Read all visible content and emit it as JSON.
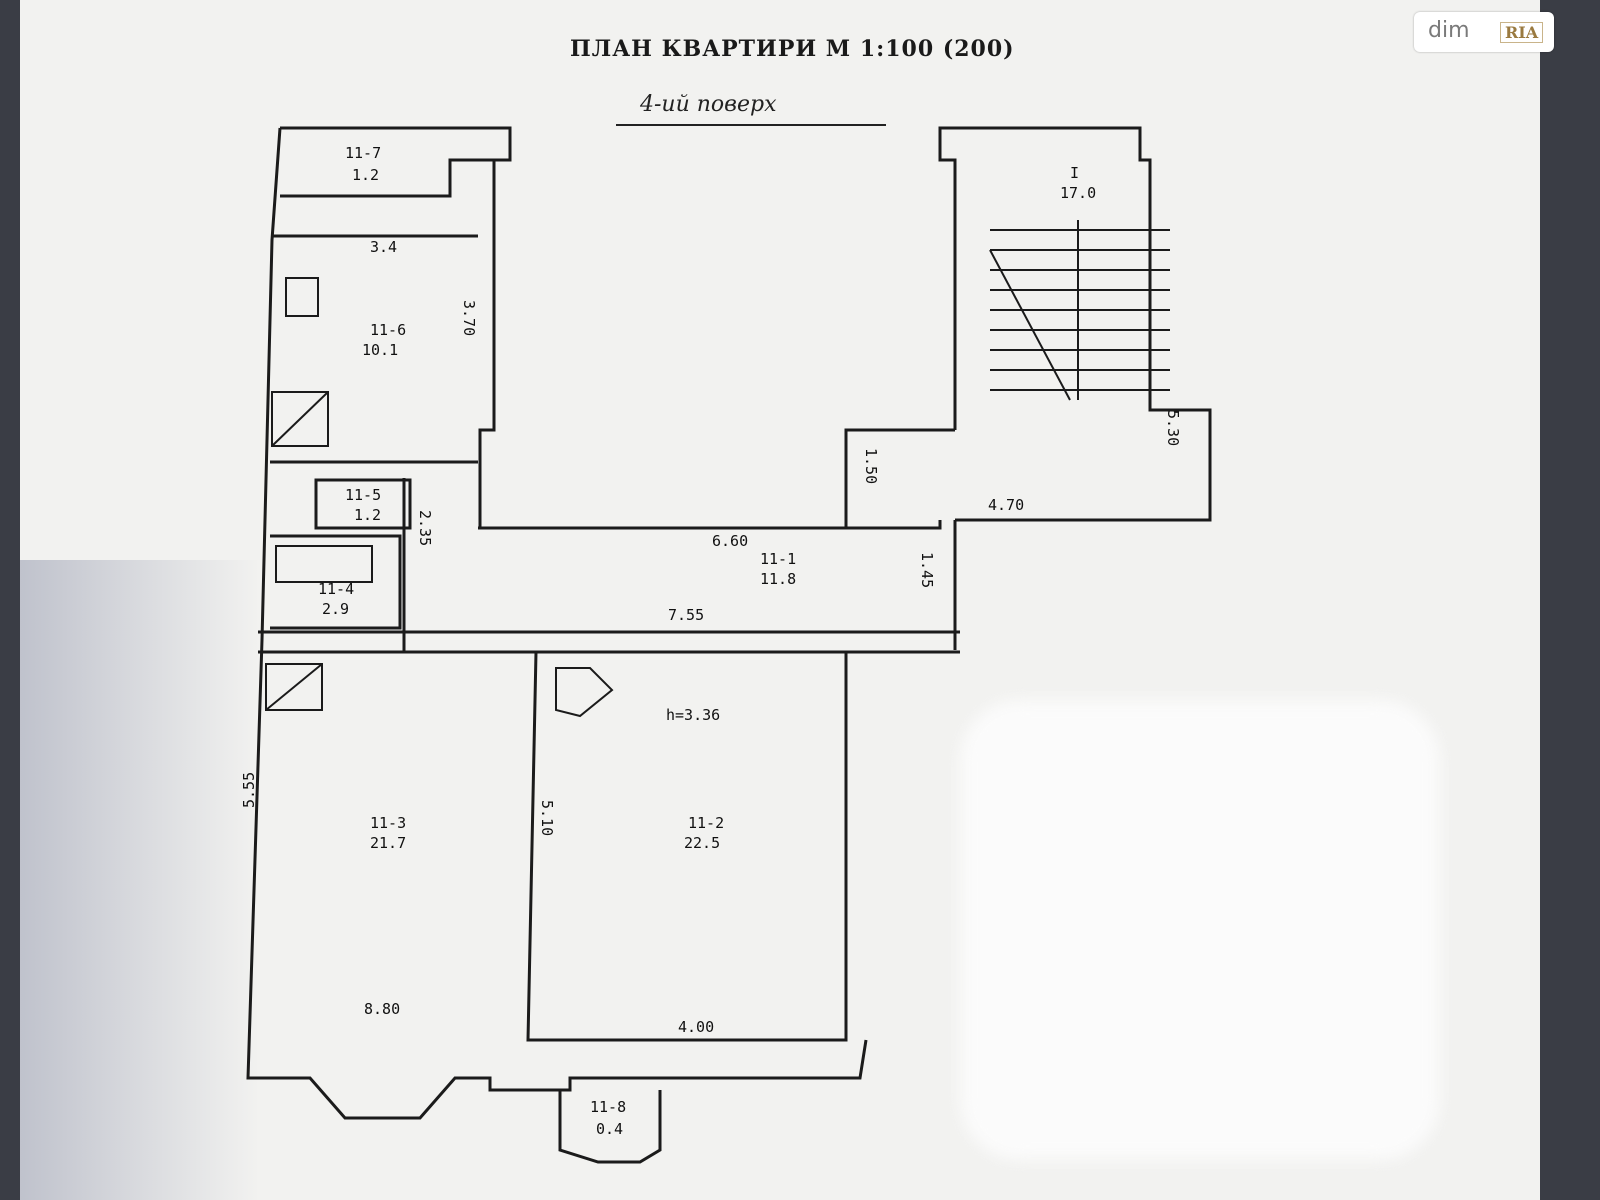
{
  "title": "ПЛАН КВАРТИРИ М 1:100 (200)",
  "floor_note": "4-ий поверх",
  "logo": {
    "dim": "dim",
    "ria": "RIA"
  },
  "rooms": [
    {
      "id": "r7",
      "number": "11-7",
      "area": "1.2"
    },
    {
      "id": "r6",
      "number": "11-6",
      "area": "10.1"
    },
    {
      "id": "r5",
      "number": "11-5",
      "area": "1.2"
    },
    {
      "id": "r4",
      "number": "11-4",
      "area": "2.9"
    },
    {
      "id": "r1",
      "number": "11-1",
      "area": "11.8"
    },
    {
      "id": "r3",
      "number": "11-3",
      "area": "21.7"
    },
    {
      "id": "r2",
      "number": "11-2",
      "area": "22.5"
    },
    {
      "id": "r8",
      "number": "11-8",
      "area": "0.4"
    },
    {
      "id": "stair",
      "number": "I",
      "area": "17.0"
    }
  ],
  "dimensions": {
    "d_3_4": "3.4",
    "d_3_70": "3.70",
    "d_2_35": "2.35",
    "d_6_60": "6.60",
    "d_1_45": "1.45",
    "d_7_55": "7.55",
    "d_1_50": "1.50",
    "d_4_70": "4.70",
    "d_5_30": "5.30",
    "d_5_55": "5.55",
    "d_5_10": "5.10",
    "d_8_80": "8.80",
    "d_4_00": "4.00"
  },
  "ceiling_height": "h=3.36"
}
